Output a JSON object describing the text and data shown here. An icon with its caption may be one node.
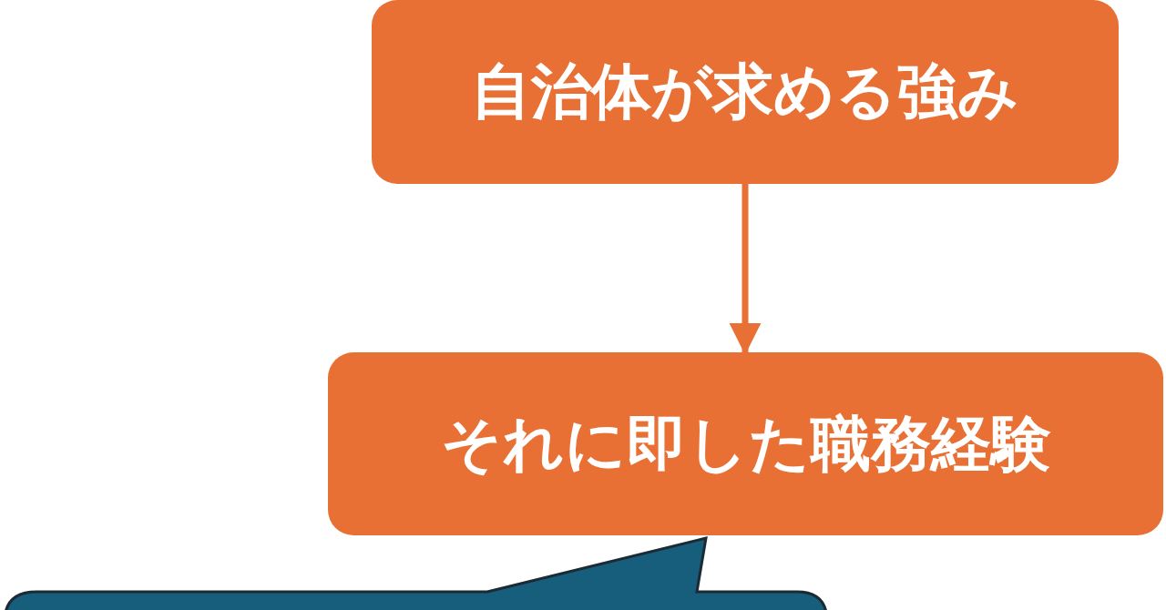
{
  "diagram": {
    "nodes": [
      {
        "text": [
          "自治体が求める強み"
        ]
      },
      {
        "text": [
          "それに即した職務経験"
        ]
      },
      {
        "text": [],
        "shape": "box"
      }
    ],
    "edges": [
      {
        "from": 0,
        "to": 1,
        "arrow": "to"
      }
    ]
  }
}
